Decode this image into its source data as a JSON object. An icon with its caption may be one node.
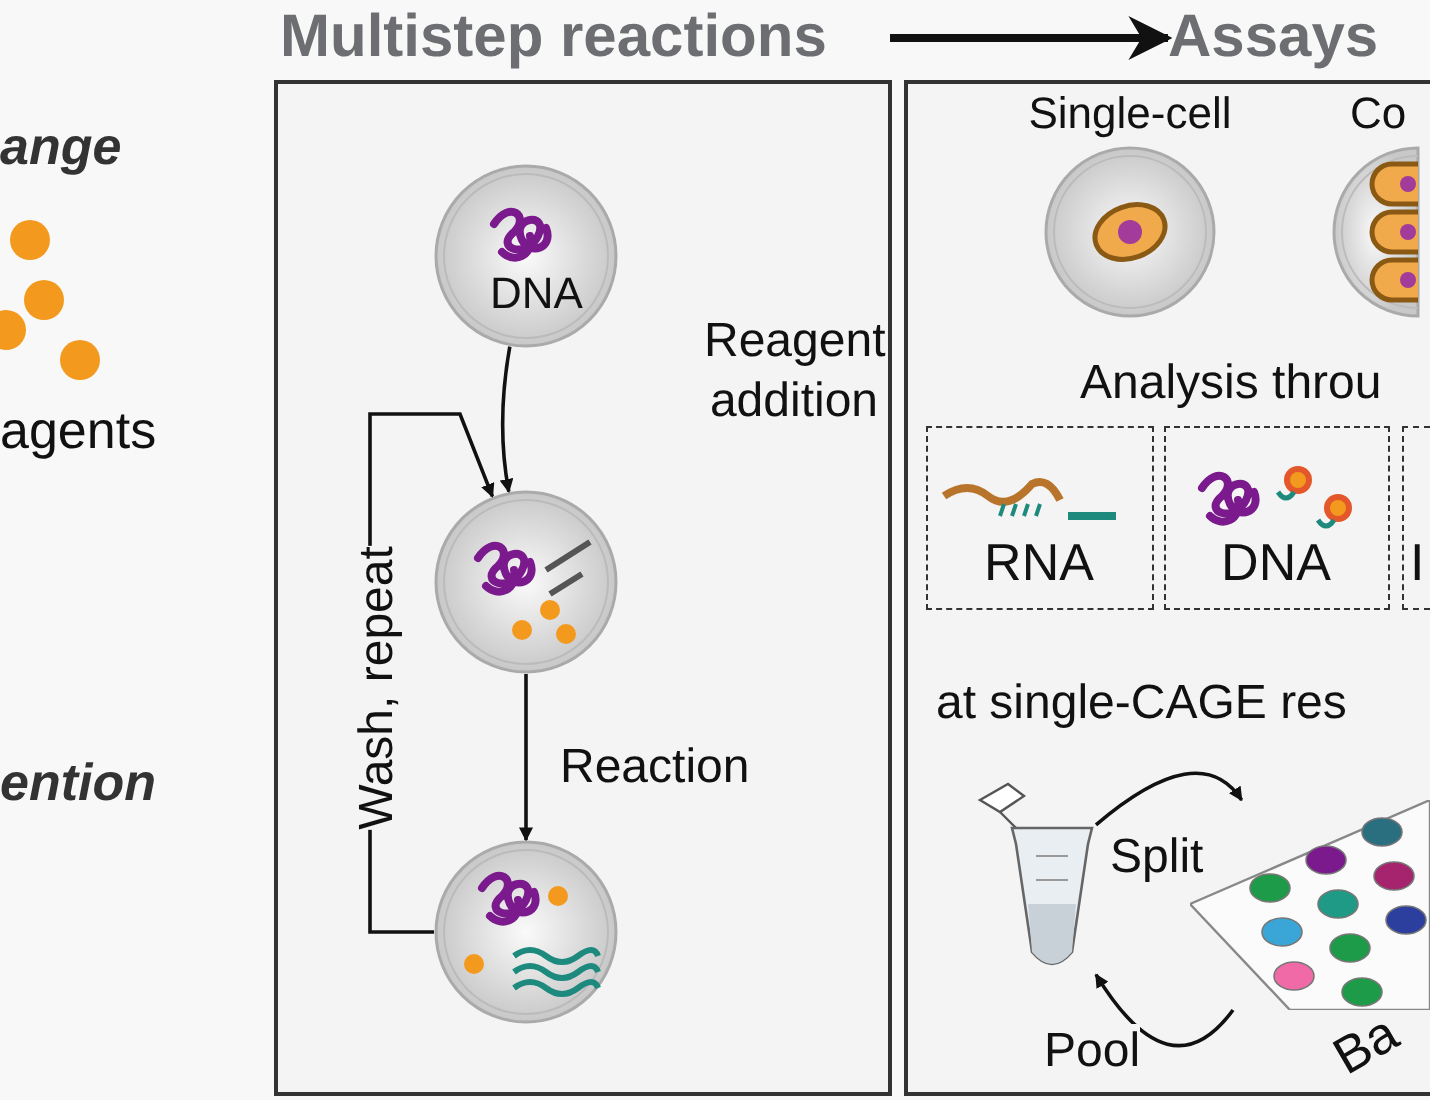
{
  "diagram": {
    "nodes": [
      {
        "text": [
          "Multistep reactions"
        ]
      },
      {
        "text": [
          "Assays"
        ]
      },
      {
        "text": [],
        "shape": "box"
      },
      {
        "text": [],
        "shape": "box"
      },
      {
        "text": [
          "DNA"
        ],
        "in": 2
      },
      {
        "text": [],
        "shape": "picture",
        "in": 2
      },
      {
        "text": [],
        "shape": "picture",
        "in": 2
      },
      {
        "text": [
          "Single-cell"
        ],
        "in": 3
      },
      {
        "text": [
          "Co"
        ],
        "in": 3
      },
      {
        "text": [
          "RNA"
        ],
        "in": 3
      },
      {
        "text": [
          "DNA"
        ],
        "in": 3
      },
      {
        "text": [
          "I"
        ],
        "in": 3
      },
      {
        "text": [],
        "shape": "picture",
        "in": 3
      },
      {
        "text": [],
        "shape": "picture",
        "in": 3,
        "beside": [
          "Ba"
        ]
      }
    ],
    "edges": [
      {
        "from": 0,
        "to": 1,
        "arrow": "to",
        "style": "thick"
      },
      {
        "from": 4,
        "to": 5,
        "arrow": "to",
        "label": "Reagent addition"
      },
      {
        "from": 5,
        "to": 6,
        "arrow": "to",
        "label": "Reaction"
      },
      {
        "from": 6,
        "to": 5,
        "arrow": "to",
        "label": "Wash, repeat"
      },
      {
        "from": 12,
        "to": 13,
        "arrow": "to",
        "label": "Split"
      },
      {
        "from": 13,
        "to": 12,
        "arrow": "to",
        "label": "Pool"
      }
    ],
    "labels": [
      "ange",
      "agents",
      "Analysis throu",
      "ention",
      "at single-CAGE res"
    ]
  }
}
